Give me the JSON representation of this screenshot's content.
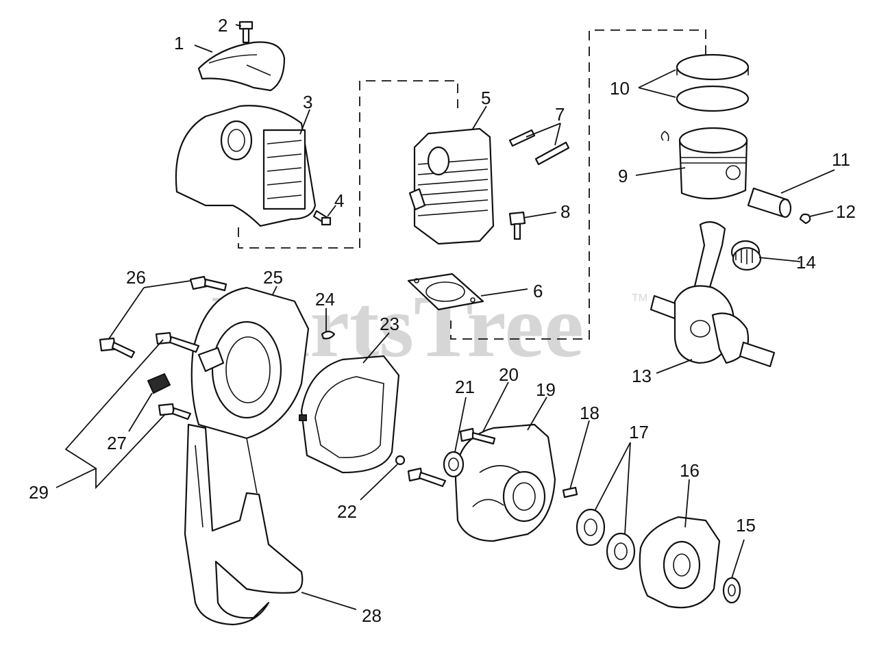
{
  "watermark": {
    "text": "PartsTree",
    "trademark": "TM"
  },
  "labels": [
    "1",
    "2",
    "3",
    "4",
    "5",
    "6",
    "7",
    "8",
    "9",
    "10",
    "11",
    "12",
    "13",
    "14",
    "15",
    "16",
    "17",
    "18",
    "19",
    "20",
    "21",
    "22",
    "23",
    "24",
    "25",
    "26",
    "27",
    "28",
    "29"
  ],
  "colors": {
    "ink": "#111111",
    "paper": "#ffffff",
    "watermark": "#d6d6d6"
  }
}
